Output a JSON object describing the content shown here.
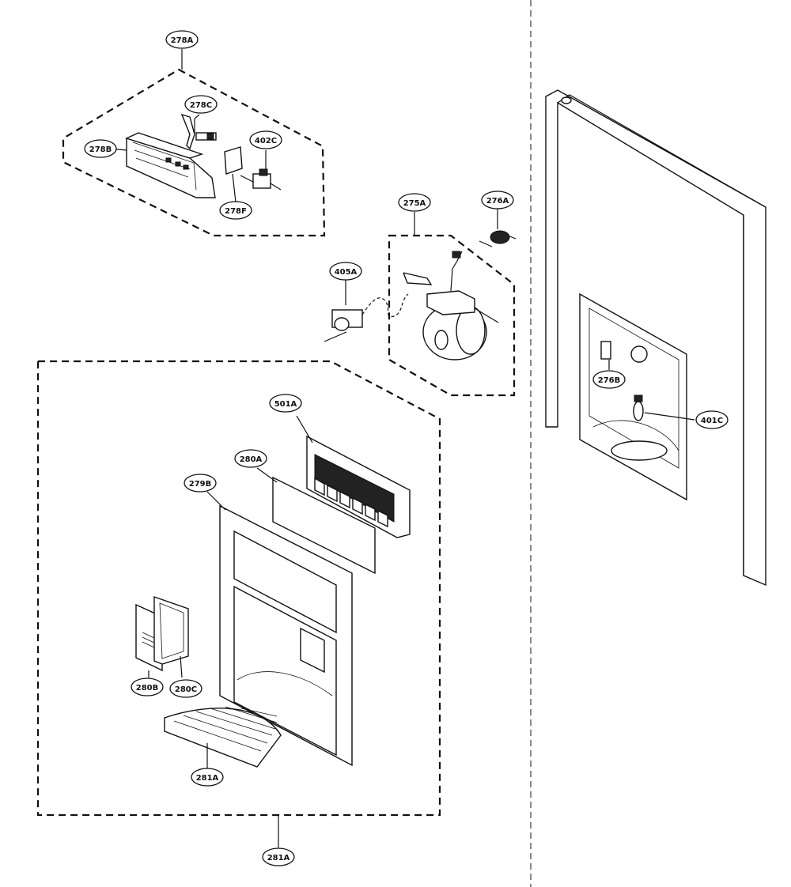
{
  "labels": {
    "l278A": "278A",
    "l278C": "278C",
    "l278B": "278B",
    "l402C": "402C",
    "l278F": "278F",
    "l275A": "275A",
    "l276A": "276A",
    "l405A": "405A",
    "l501A": "501A",
    "l280A": "280A",
    "l279B": "279B",
    "l280B": "280B",
    "l280C": "280C",
    "l281A_inner": "281A",
    "l281A_outer": "281A",
    "l276B": "276B",
    "l401C": "401C"
  }
}
